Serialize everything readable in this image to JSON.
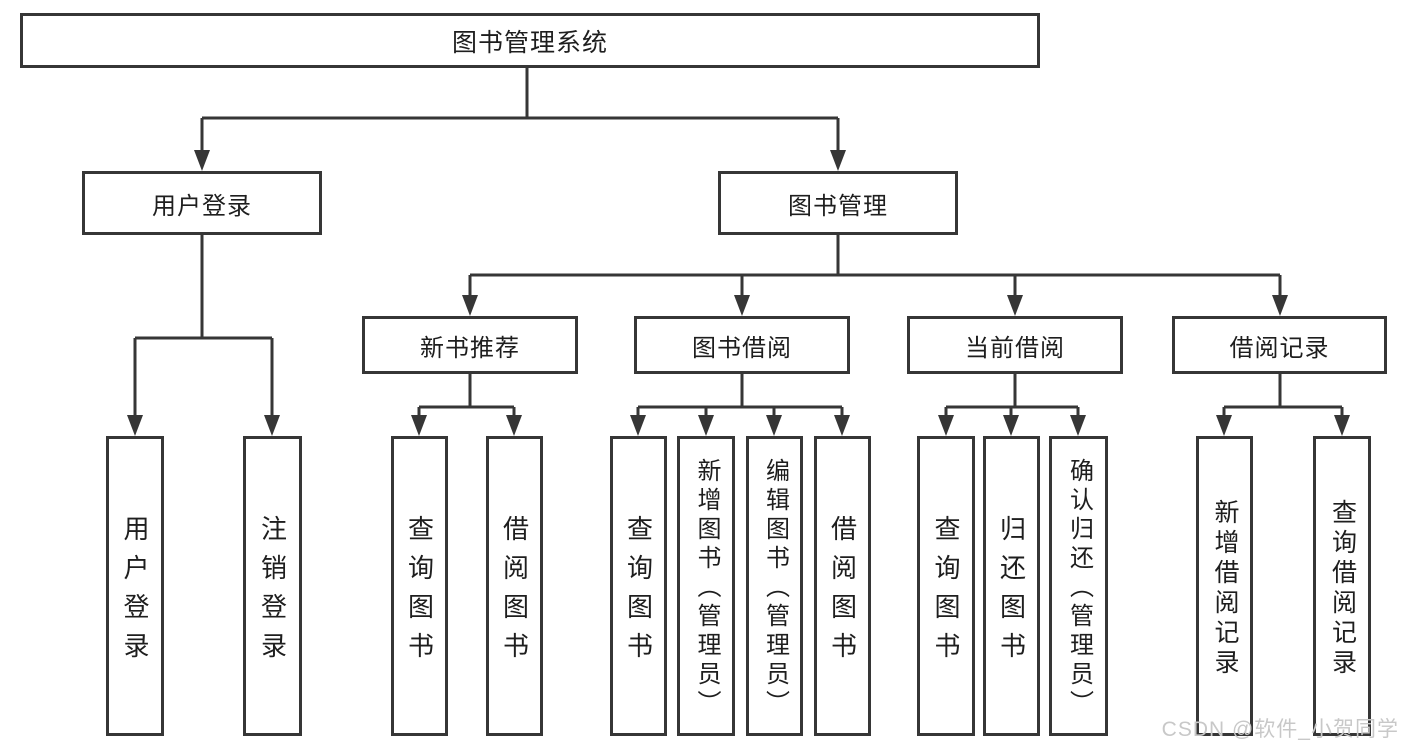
{
  "diagram_title": "图书管理系统",
  "colors": {
    "line": "#363636",
    "box_border": "#363636",
    "text": "#1e1e1e",
    "background": "#ffffff",
    "watermark": "#c8c8c8"
  },
  "tree": {
    "root": {
      "label": "图书管理系统"
    },
    "branches": [
      {
        "label": "用户登录",
        "children": [
          {
            "label": "用户登录"
          },
          {
            "label": "注销登录"
          }
        ]
      },
      {
        "label": "图书管理",
        "children": [
          {
            "label": "新书推荐",
            "children": [
              {
                "label": "查询图书"
              },
              {
                "label": "借阅图书"
              }
            ]
          },
          {
            "label": "图书借阅",
            "children": [
              {
                "label": "查询图书"
              },
              {
                "label": "新增图书（管理员）"
              },
              {
                "label": "编辑图书（管理员）"
              },
              {
                "label": "借阅图书"
              }
            ]
          },
          {
            "label": "当前借阅",
            "children": [
              {
                "label": "查询图书"
              },
              {
                "label": "归还图书"
              },
              {
                "label": "确认归还（管理员）"
              }
            ]
          },
          {
            "label": "借阅记录",
            "children": [
              {
                "label": "新增借阅记录"
              },
              {
                "label": "查询借阅记录"
              }
            ]
          }
        ]
      }
    ]
  },
  "watermark": {
    "text": "CSDN @软件_小贺同学"
  }
}
